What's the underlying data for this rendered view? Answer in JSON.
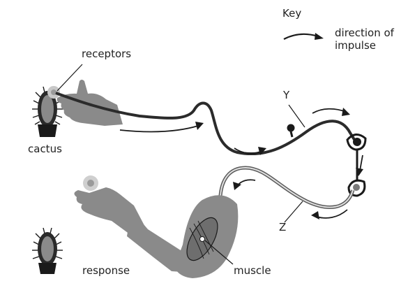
{
  "labels": {
    "key": "Key",
    "key_desc_1": "direction of",
    "key_desc_2": "impulse",
    "receptors": "receptors",
    "cactus": "cactus",
    "y": "Y",
    "z": "Z",
    "response": "response",
    "muscle": "muscle"
  },
  "colors": {
    "sensory_neuron": "#2b2b2b",
    "motor_neuron": "#8c8c8c",
    "skin": "#8a8a8a",
    "cactus_body": "#7a7a7a",
    "pot": "#1a1a1a"
  },
  "icons": [
    "cactus-icon",
    "hand-icon",
    "arm-icon",
    "arrow-icon"
  ]
}
